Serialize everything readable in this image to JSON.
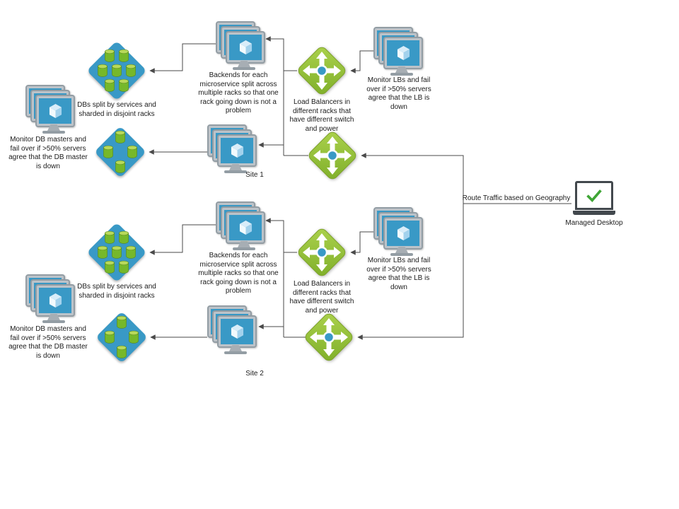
{
  "diagram": {
    "route_label": "Route Traffic based on Geography",
    "desktop_label": "Managed Desktop",
    "sites": [
      {
        "name": "Site 1",
        "backends_label": "Backends for each microservice split across multiple racks so that one rack going down is not a problem",
        "db_label": "DBs split by services and sharded in disjoint racks",
        "monitor_db_label": "Monitor DB masters and fail over if >50% servers agree that the DB master is down",
        "lb_label": "Load Balancers in different racks that have different switch and power",
        "monitor_lb_label": "Monitor LBs and fail over if >50% servers agree that the LB is down"
      },
      {
        "name": "Site 2",
        "backends_label": "Backends for each microservice split across multiple racks so that one rack going down is not a problem",
        "db_label": "DBs split by services and sharded in disjoint racks",
        "monitor_db_label": "Monitor DB masters and fail over if >50% servers agree that the DB master is down",
        "lb_label": "Load Balancers in different racks that have different switch and power",
        "monitor_lb_label": "Monitor LBs and fail over if >50% servers agree that the LB is down"
      }
    ],
    "icons": {
      "vm_stack": "stacked-monitors-with-cube",
      "db_cluster": "blue-diamond-with-green-cylinders",
      "load_balancer": "green-diamond-cross-arrows",
      "desktop": "laptop-with-green-checkmark"
    },
    "colors": {
      "screen_blue": "#3999C6",
      "db_blue": "#3999C6",
      "cylinder_green": "#76B82A",
      "lb_green": "#97C23C",
      "check_green": "#3FA535",
      "connector_gray": "#4A4A4A"
    }
  }
}
